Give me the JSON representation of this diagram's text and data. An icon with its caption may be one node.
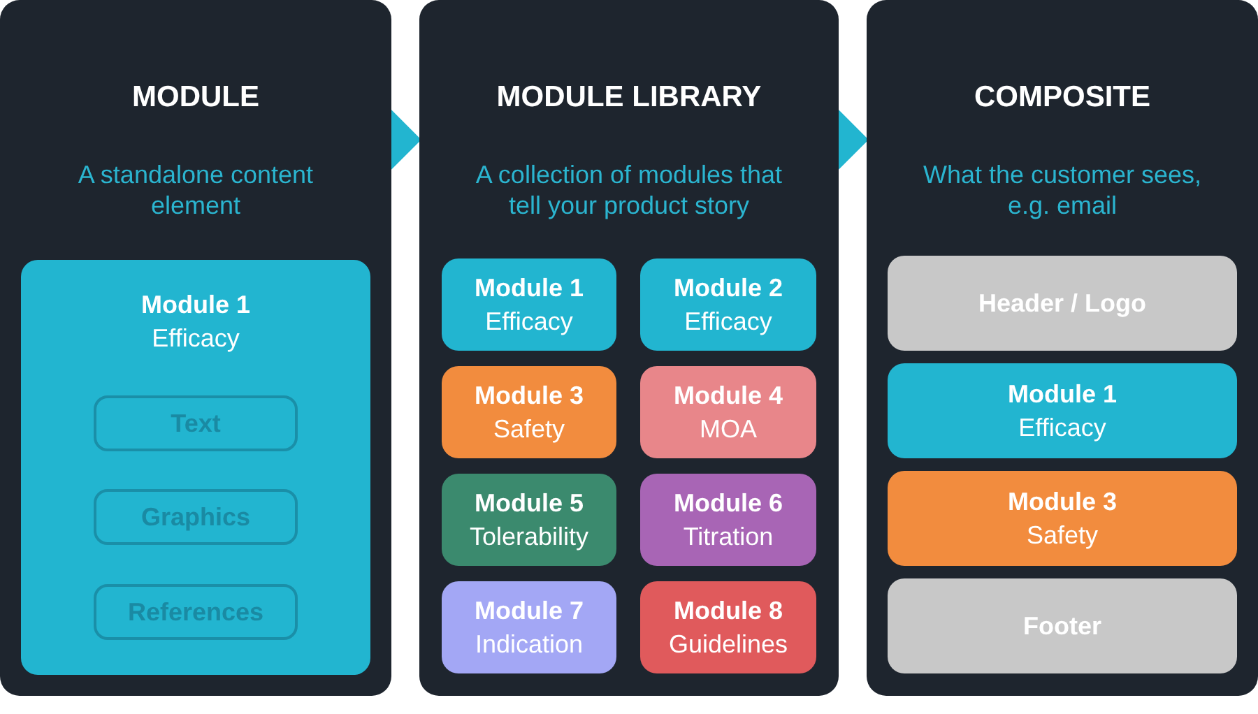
{
  "diagram": {
    "nodes": [
      {
        "text": [
          "MODULE",
          "A standalone content element"
        ]
      },
      {
        "text": [
          "Module 1",
          "Efficacy"
        ],
        "in": 0
      },
      {
        "text": [
          "Text"
        ],
        "in": 1
      },
      {
        "text": [
          "Graphics"
        ],
        "in": 1
      },
      {
        "text": [
          "References"
        ],
        "in": 1
      },
      {
        "text": [
          "MODULE LIBRARY",
          "A collection of modules that tell your product story"
        ]
      },
      {
        "text": [
          "Module 1",
          "Efficacy"
        ],
        "in": 5
      },
      {
        "text": [
          "Module 2",
          "Efficacy"
        ],
        "in": 5
      },
      {
        "text": [
          "Module 3",
          "Safety"
        ],
        "in": 5
      },
      {
        "text": [
          "Module 4",
          "MOA"
        ],
        "in": 5
      },
      {
        "text": [
          "Module 5",
          "Tolerability"
        ],
        "in": 5
      },
      {
        "text": [
          "Module 6",
          "Titration"
        ],
        "in": 5
      },
      {
        "text": [
          "Module 7",
          "Indication"
        ],
        "in": 5
      },
      {
        "text": [
          "Module 8",
          "Guidelines"
        ],
        "in": 5
      },
      {
        "text": [
          "COMPOSITE",
          "What the customer sees, e.g. email"
        ]
      },
      {
        "text": [
          "Header / Logo"
        ],
        "in": 14
      },
      {
        "text": [
          "Module 1",
          "Efficacy"
        ],
        "in": 14
      },
      {
        "text": [
          "Module 3",
          "Safety"
        ],
        "in": 14
      },
      {
        "text": [
          "Footer"
        ],
        "in": 14
      }
    ],
    "edges": [
      {
        "from": 0,
        "to": 5,
        "arrow": "to"
      },
      {
        "from": 5,
        "to": 14,
        "arrow": "to"
      }
    ]
  }
}
